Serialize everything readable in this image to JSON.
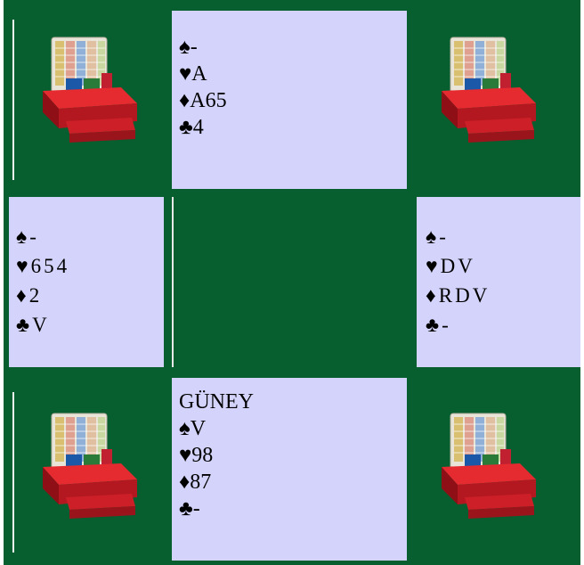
{
  "north": {
    "lines": [
      {
        "suit": "♠",
        "cards": "-"
      },
      {
        "suit": "♥",
        "cards": "A"
      },
      {
        "suit": "♦",
        "cards": "A65"
      },
      {
        "suit": "♣",
        "cards": "4"
      }
    ]
  },
  "west": {
    "lines": [
      {
        "suit": "♠",
        "cards": "-"
      },
      {
        "suit": "♥",
        "cards": "654"
      },
      {
        "suit": "♦",
        "cards": "2"
      },
      {
        "suit": "♣",
        "cards": "V"
      }
    ]
  },
  "east": {
    "lines": [
      {
        "suit": "♠",
        "cards": "-"
      },
      {
        "suit": "♥",
        "cards": "DV"
      },
      {
        "suit": "♦",
        "cards": "RDV"
      },
      {
        "suit": "♣",
        "cards": "-"
      }
    ]
  },
  "south": {
    "label": "GÜNEY",
    "lines": [
      {
        "suit": "♠",
        "cards": "V"
      },
      {
        "suit": "♥",
        "cards": "98"
      },
      {
        "suit": "♦",
        "cards": "87"
      },
      {
        "suit": "♣",
        "cards": "-"
      }
    ]
  },
  "colors": {
    "table_green": "#075e2f",
    "hand_background": "#d3d3fb",
    "board_red": "#d0202a"
  },
  "icons": {
    "corner": "bidding-box-icon"
  }
}
